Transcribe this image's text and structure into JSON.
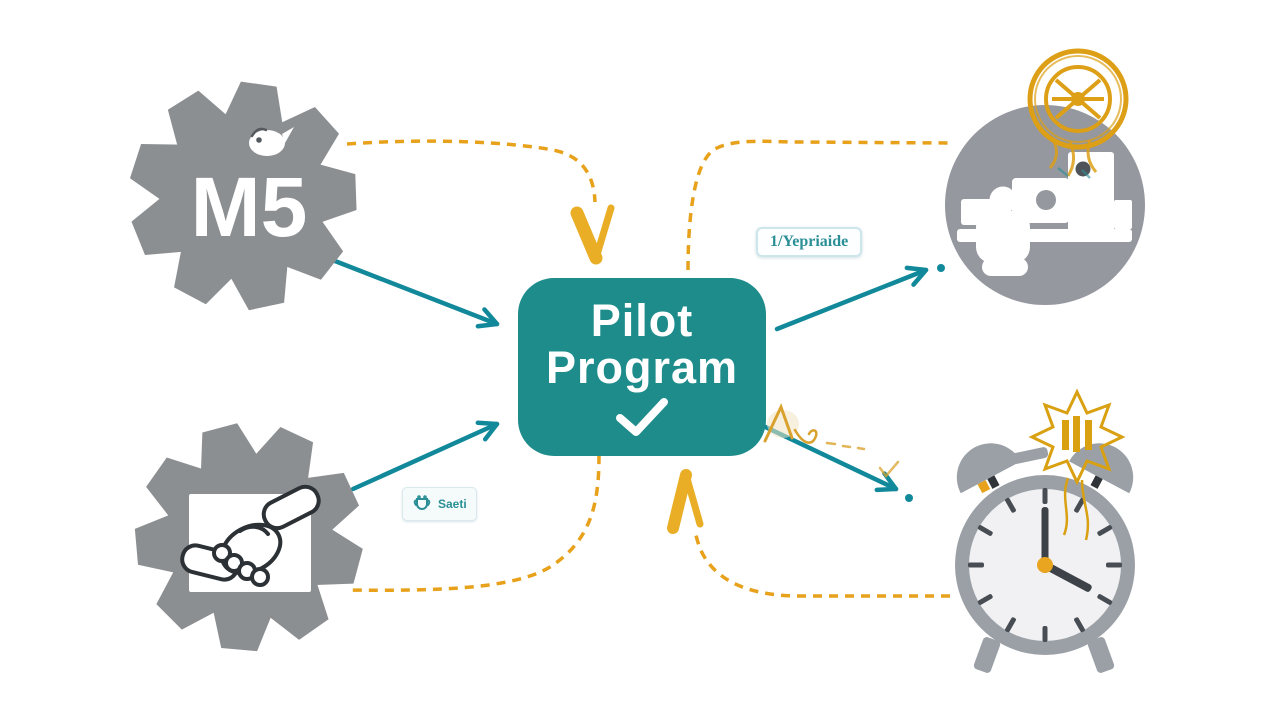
{
  "center_box": {
    "line1": "Pilot",
    "line2": "Program"
  },
  "gear_top_left": {
    "label": "M5"
  },
  "tags": {
    "top_right": "1/Yepriaide",
    "bottom_left": "Saeti"
  },
  "clock": {
    "time_shown": "4:00"
  },
  "colors": {
    "teal_box": "#1f8c8c",
    "teal_arrow": "#11899a",
    "gold_dash": "#e7a11b",
    "gold_accent": "#e9ae25",
    "gear_gray": "#8c8f92",
    "circle_gray": "#95989f",
    "clock_gray": "#9aa0a6",
    "clock_face": "#f1f1f3",
    "dark_detail": "#474d53",
    "label_teal": "#2b8f96"
  },
  "icons": {
    "top_left": "gear-m5-icon",
    "bottom_left": "gear-handshake-icon",
    "top_right": "workspace-circle-icon",
    "top_right_badge": "gold-badge-icon",
    "bottom_right": "alarm-clock-icon",
    "bottom_right_ornament": "gold-ornament-icon",
    "center": "check-icon"
  }
}
